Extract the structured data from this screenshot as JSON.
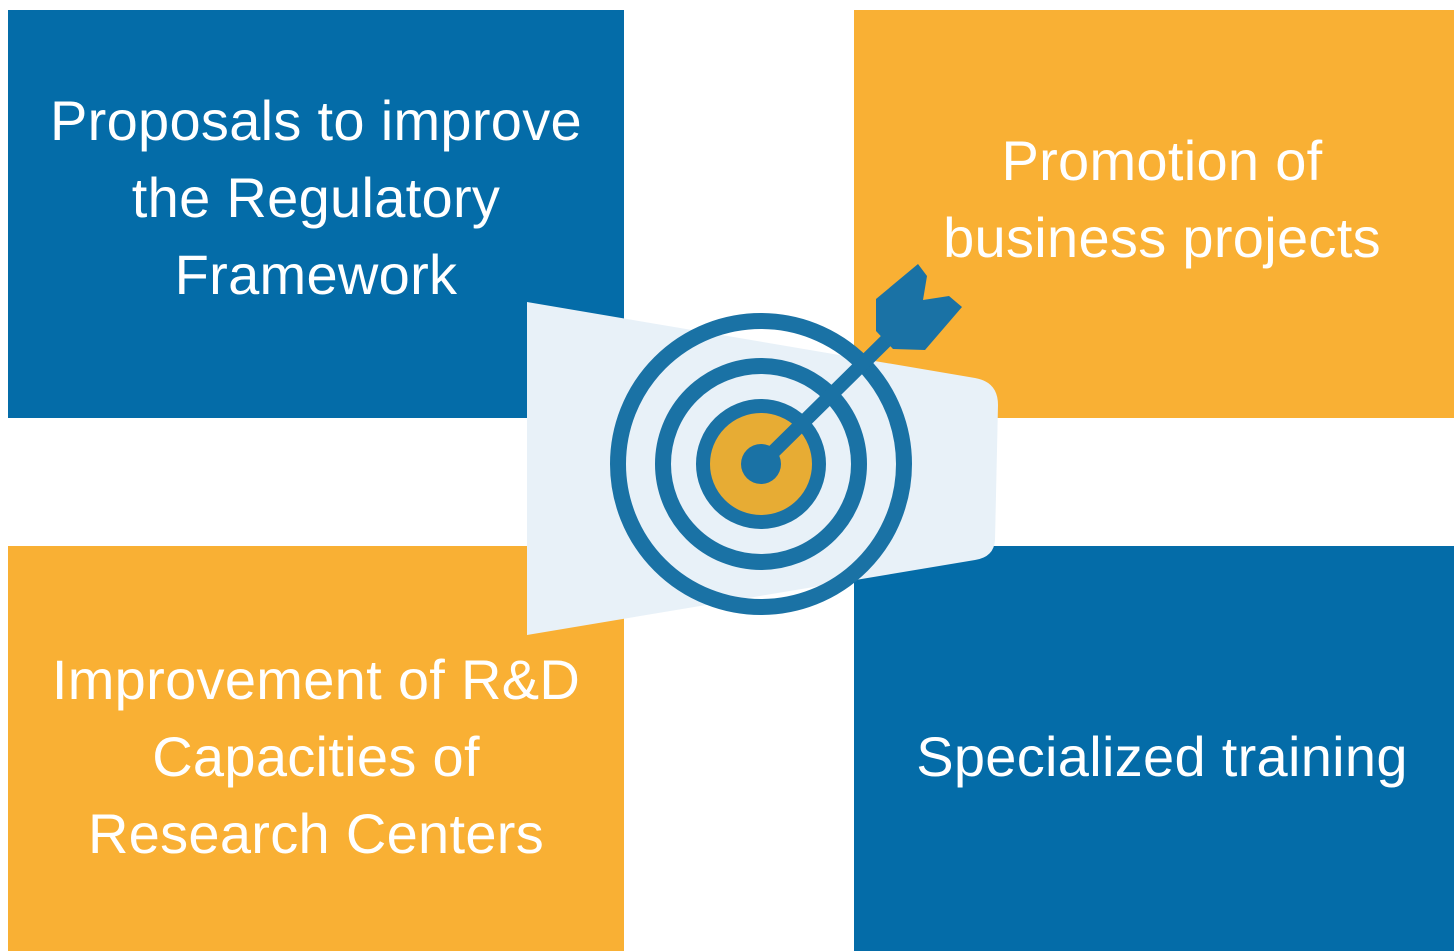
{
  "colors": {
    "blue": "#046ca8",
    "orange": "#f9b034",
    "panel": "#e8f1f8",
    "ring": "#1a72a5",
    "bullseye": "#e7ac34",
    "text": "#ffffff"
  },
  "quadrants": {
    "top_left": {
      "lines": [
        "Proposals to improve",
        "the Regulatory",
        "Framework"
      ]
    },
    "top_right": {
      "lines": [
        "Promotion of",
        "business projects"
      ]
    },
    "bottom_left": {
      "lines": [
        "Improvement of R&D",
        "Capacities of",
        "Research Centers"
      ]
    },
    "bottom_right": {
      "lines": [
        "Specialized training"
      ]
    }
  },
  "icons": {
    "center": "target-with-arrow-icon"
  }
}
